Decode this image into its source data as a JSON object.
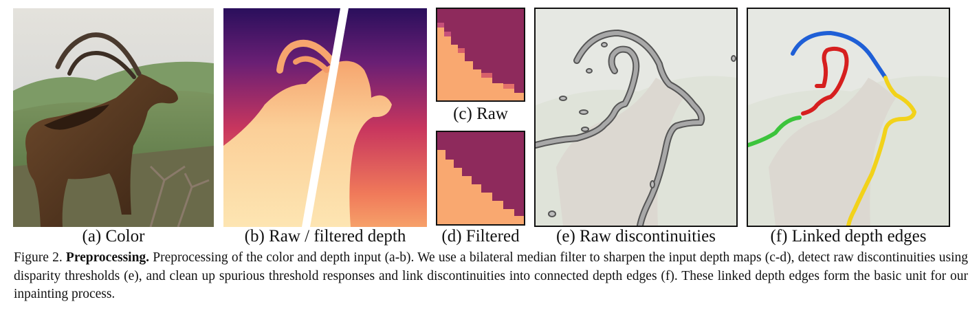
{
  "panels": {
    "a": {
      "caption": "(a) Color"
    },
    "b": {
      "caption": "(b) Raw / filtered depth"
    },
    "c": {
      "caption": "(c) Raw"
    },
    "d": {
      "caption": "(d) Filtered"
    },
    "e": {
      "caption": "(e) Raw discontinuities"
    },
    "f": {
      "caption": "(f) Linked depth edges"
    }
  },
  "figure_caption": {
    "label": "Figure 2.",
    "title": "Preprocessing.",
    "body": "Preprocessing of the color and depth input (a-b). We use a bilateral median filter to sharpen the input depth maps (c-d), detect raw discontinuities using disparity thresholds (e), and clean up spurious threshold responses and link discontinuities into connected depth edges (f). These linked depth edges form the basic unit for our inpainting process."
  },
  "colors": {
    "depth_far": "#2a0f5c",
    "depth_mid": "#c8365e",
    "depth_near": "#fde5b2",
    "patch_dark": "#8e2a5c",
    "patch_light": "#f9a870",
    "edge_gray": "#9a9a9a",
    "edge_blue": "#1f5fd6",
    "edge_red": "#d61f1f",
    "edge_green": "#3cc43c",
    "edge_yellow": "#f2d21a"
  }
}
